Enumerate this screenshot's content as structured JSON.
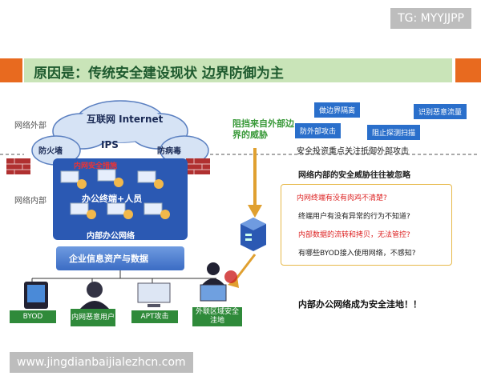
{
  "watermarks": {
    "top": "TG: MYYJJPP",
    "bottom": "www.jingdianbaijialezhcn.com"
  },
  "title": "原因是：传统安全建设现状   边界防御为主",
  "left_labels": {
    "outside": "网络外部",
    "inside": "网络内部"
  },
  "cloud": {
    "internet": "互联网 Internet",
    "firewall": "防火墙",
    "ips": "IPS",
    "antivirus": "防病毒"
  },
  "internal_network": {
    "red_label": "内网安全措施",
    "terminals": "办公终端+人员",
    "office_network": "内部办公网络",
    "enterprise_assets": "企业信息资产与数据"
  },
  "devices": [
    {
      "label": "BYOD"
    },
    {
      "label": "内网恶意用户"
    },
    {
      "label": "APT攻击"
    },
    {
      "label": "外联区域安全洼地"
    }
  ],
  "arrow_label": "阻挡来自外部边界的威胁",
  "right_tags": {
    "isolation": "做边界隔离",
    "identify_traffic": "识别恶意流量",
    "prevent_attack": "防外部攻击",
    "block_scan": "阻止探测扫描"
  },
  "focus_text": "安全投资重点关注抵御外部攻击",
  "ignored_text": "网络内部的安全威胁往往被忽略",
  "questions": [
    {
      "text": "内网终端有没有肉鸡不清楚?",
      "color": "red"
    },
    {
      "text": "终端用户有没有异常的行为不知道?",
      "color": "dark"
    },
    {
      "text": "内部数据的流转和拷贝，无法管控?",
      "color": "red"
    },
    {
      "text": "有哪些BYOD接入使用网络，不感知?",
      "color": "dark"
    }
  ],
  "conclusion": "内部办公网络成为安全洼地！！",
  "colors": {
    "title_green_bg": "#c9e4b8",
    "title_text": "#1e5a2e",
    "accent_orange": "#e86a1f",
    "network_blue": "#2b59b3",
    "tag_blue": "#2a6fcb",
    "device_label_green": "#2f8a3a",
    "alert_red": "#d22222"
  }
}
